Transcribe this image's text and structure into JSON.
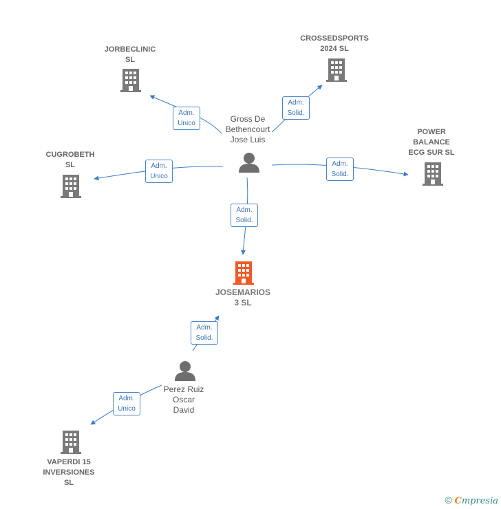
{
  "companies": {
    "jorbeclinic": "JORBECLINIC\nSL",
    "crossedsports": "CROSSEDSPORTS\n2024  SL",
    "cugrobeth": "CUGROBETH\nSL",
    "power_balance": "POWER\nBALANCE\nECG SUR SL",
    "josemarios": "JOSEMARIOS\n3  SL",
    "vaperdi": "VAPERDI 15\nINVERSIONES\nSL"
  },
  "people": {
    "gross": "Gross De\nBethencourt\nJose Luis",
    "perez": "Perez Ruiz\nOscar\nDavid"
  },
  "roles": {
    "r1": [
      "Adm.",
      "Unico"
    ],
    "r2": [
      "Adm.",
      "Solid."
    ],
    "r3": [
      "Adm.",
      "Unico"
    ],
    "r4": [
      "Adm.",
      "Solid."
    ],
    "r5": [
      "Adm.",
      "Solid."
    ],
    "r6": [
      "Adm.",
      "Solid."
    ],
    "r7": [
      "Adm.",
      "Unico"
    ]
  },
  "footer": {
    "copyright": "©",
    "brand_first": "C",
    "brand_rest": "mpresia"
  },
  "colors": {
    "edge": "#3b7dc4",
    "building": "#7a7a7a",
    "building_main": "#f05a28",
    "person": "#6e6e6e"
  }
}
